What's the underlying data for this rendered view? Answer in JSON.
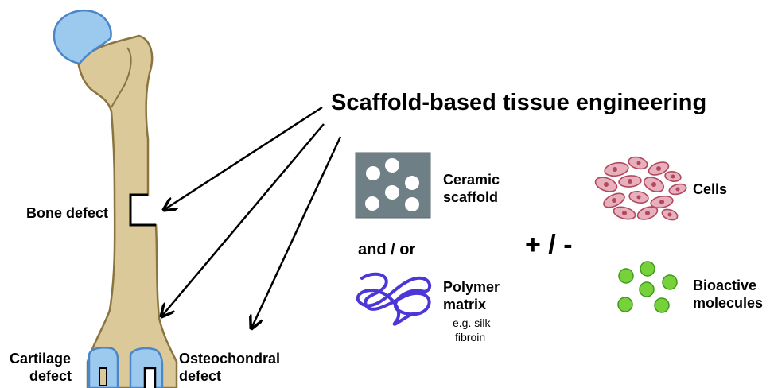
{
  "title": "Scaffold-based tissue engineering",
  "labels": {
    "bone_defect": "Bone defect",
    "cartilage_defect_line1": "Cartilage",
    "cartilage_defect_line2": "defect",
    "osteochondral_line1": "Osteochondral",
    "osteochondral_line2": "defect",
    "ceramic_line1": "Ceramic",
    "ceramic_line2": "scaffold",
    "and_or": "and / or",
    "polymer_line1": "Polymer",
    "polymer_line2": "matrix",
    "polymer_sub_line1": "e.g. silk",
    "polymer_sub_line2": "fibroin",
    "plus_minus": "+ / -",
    "cells": "Cells",
    "bioactive_line1": "Bioactive",
    "bioactive_line2": "molecules"
  },
  "colors": {
    "bone": "#dcc99a",
    "bone_outline": "#8a7440",
    "cartilage": "#9cc9ee",
    "cartilage_outline": "#4a86c8",
    "ceramic": "#6f7f86",
    "polymer": "#4b36d8",
    "cell_fill": "#e8b0bc",
    "cell_outline": "#b0485e",
    "molecule": "#76d13a",
    "molecule_outline": "#3f9a1a"
  }
}
